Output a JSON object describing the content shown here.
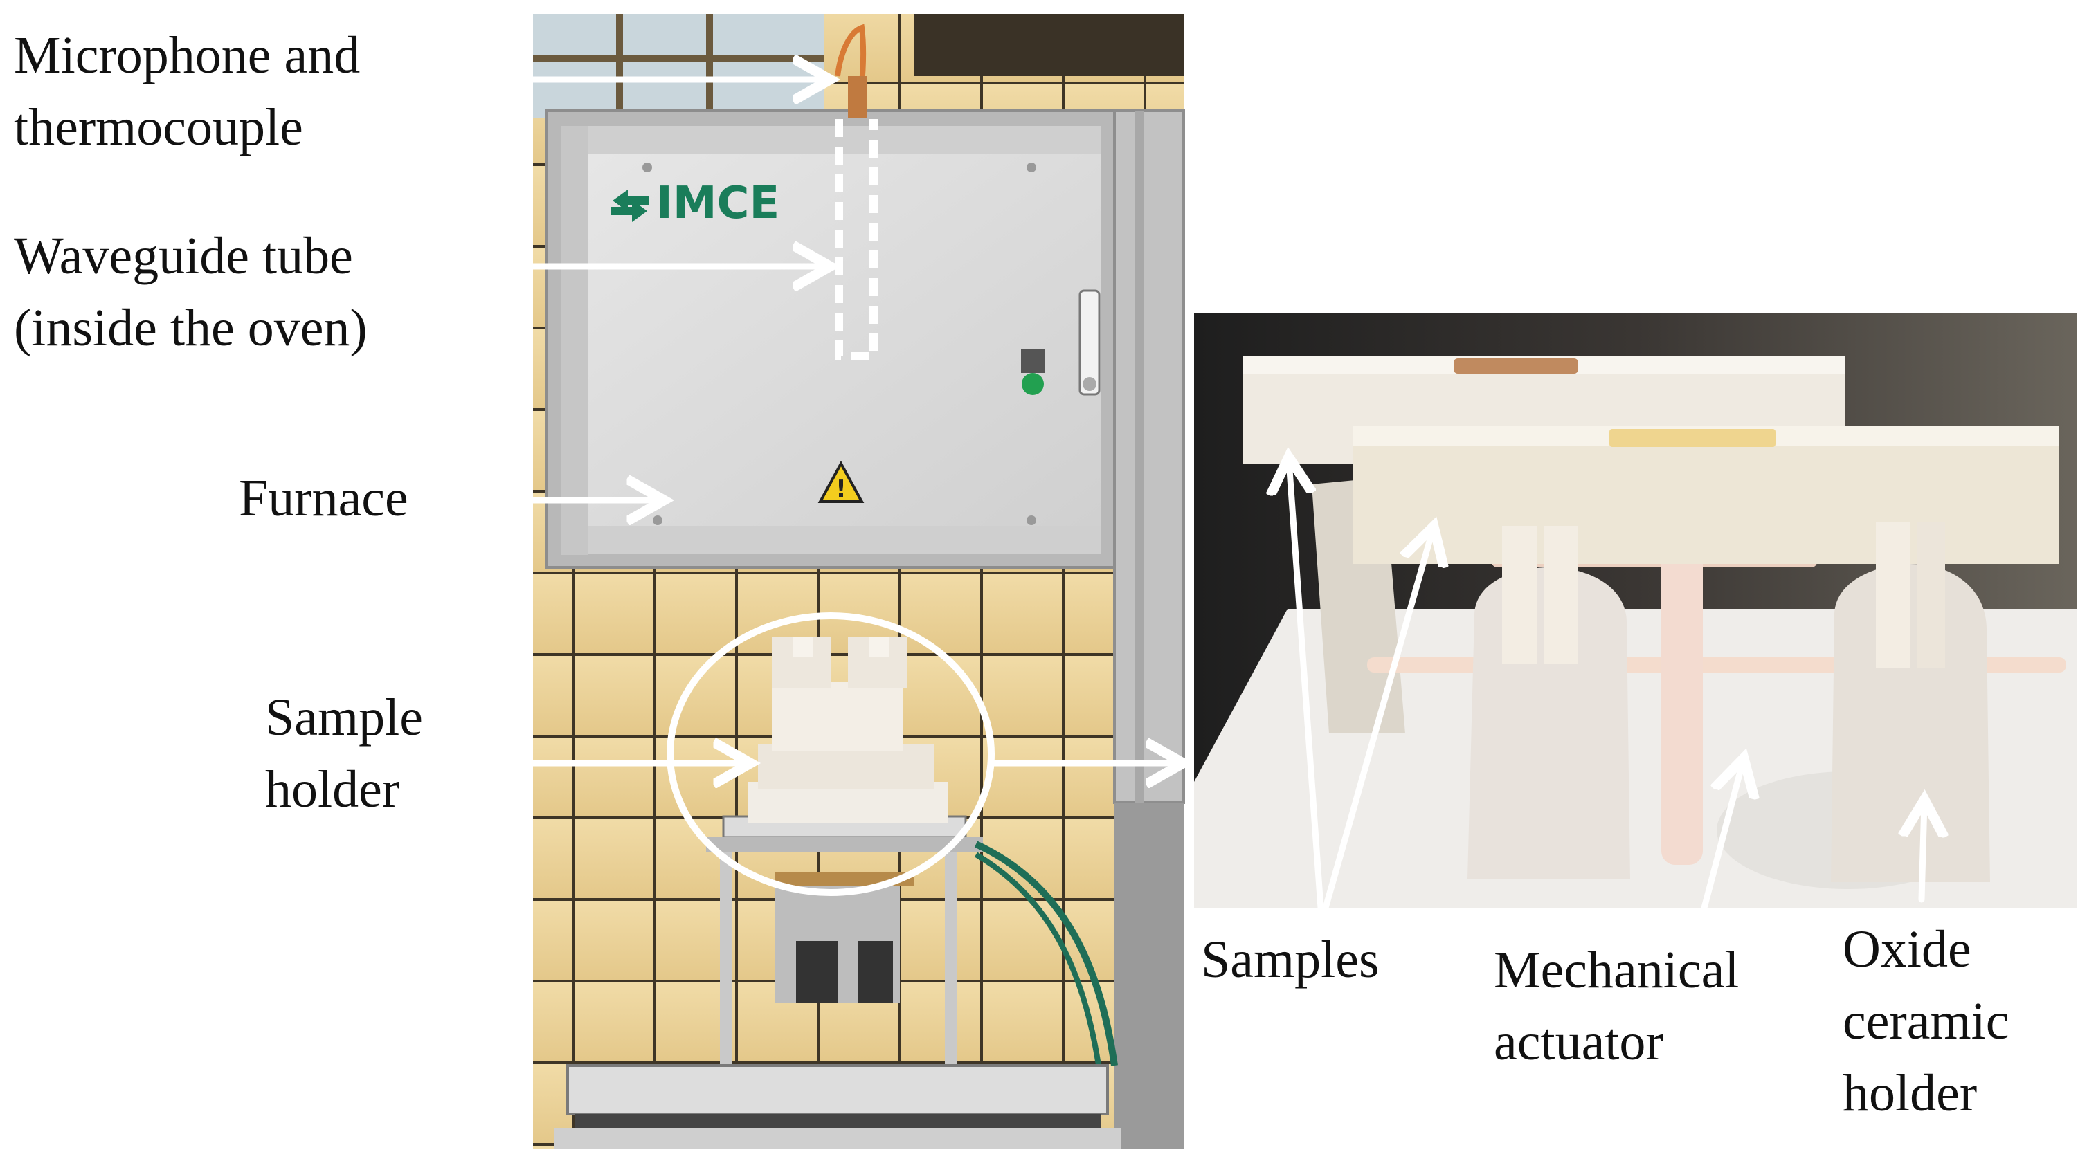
{
  "labels": {
    "mic_line1": "Microphone and",
    "mic_line2": "thermocouple",
    "wave_line1": "Waveguide tube",
    "wave_line2": "(inside the oven)",
    "furnace": "Furnace",
    "holder_line1": "Sample",
    "holder_line2": "holder",
    "samples": "Samples",
    "actuator_line1": "Mechanical",
    "actuator_line2": "actuator",
    "oxide_line1": "Oxide",
    "oxide_line2": "ceramic",
    "oxide_line3": "holder"
  },
  "logo_text": "IMCE",
  "colors": {
    "wall_tile": "#e8cf96",
    "grout": "#3e3526",
    "furnace_panel": "#dcdcdc",
    "frame": "#bdbdbd",
    "logo_green": "#1a7d5a",
    "ceramic": "#f3ecdf",
    "photo_bg": "#232323"
  }
}
